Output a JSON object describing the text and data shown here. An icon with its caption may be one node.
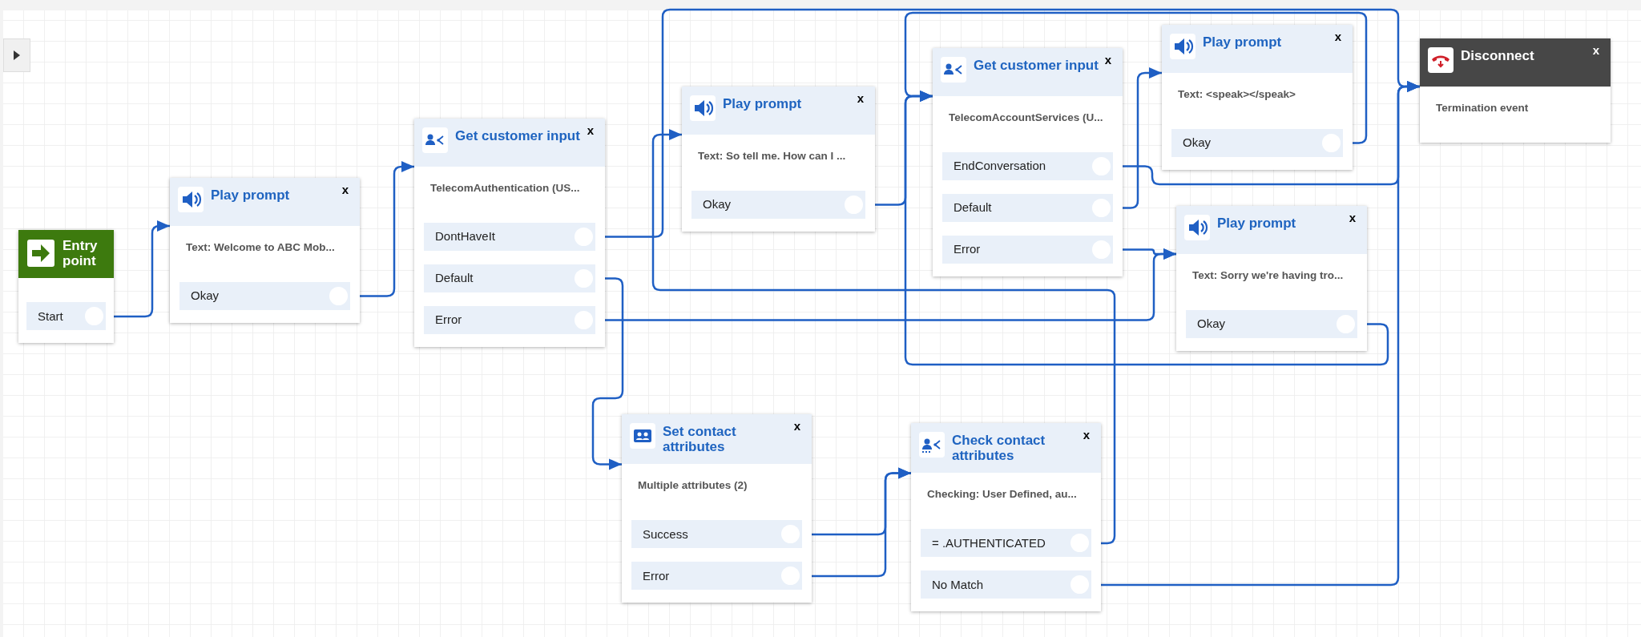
{
  "diagram": {
    "nodes": [
      {
        "text": [
          "Entry point"
        ]
      },
      {
        "text": [
          "Start"
        ],
        "in": 0
      },
      {
        "text": [
          "Play prompt",
          "Text: Welcome to ABC Mob..."
        ]
      },
      {
        "text": [
          "Okay"
        ],
        "in": 2
      },
      {
        "text": [
          "Get customer input",
          "TelecomAuthentication (US..."
        ]
      },
      {
        "text": [
          "DontHaveIt"
        ],
        "in": 4
      },
      {
        "text": [
          "Default"
        ],
        "in": 4
      },
      {
        "text": [
          "Error"
        ],
        "in": 4
      },
      {
        "text": [
          "Play prompt",
          "Text: So tell me. How can I ..."
        ]
      },
      {
        "text": [
          "Okay"
        ],
        "in": 8
      },
      {
        "text": [
          "Get customer input",
          "TelecomAccountServices (U..."
        ]
      },
      {
        "text": [
          "EndConversation"
        ],
        "in": 10
      },
      {
        "text": [
          "Default"
        ],
        "in": 10
      },
      {
        "text": [
          "Error"
        ],
        "in": 10
      },
      {
        "text": [
          "Play prompt",
          "Text: <speak></speak>"
        ]
      },
      {
        "text": [
          "Okay"
        ],
        "in": 14
      },
      {
        "text": [
          "Disconnect",
          "Termination event"
        ]
      },
      {
        "text": [
          "Play prompt",
          "Text: Sorry we're having tro..."
        ]
      },
      {
        "text": [
          "Okay"
        ],
        "in": 17
      },
      {
        "text": [
          "Set contact attributes",
          "Multiple attributes (2)"
        ]
      },
      {
        "text": [
          "Success"
        ],
        "in": 19
      },
      {
        "text": [
          "Error"
        ],
        "in": 19
      },
      {
        "text": [
          "Check contact attributes",
          "Checking: User Defined, au..."
        ]
      },
      {
        "text": [
          "= .AUTHENTICATED"
        ],
        "in": 22
      },
      {
        "text": [
          "No Match"
        ],
        "in": 22
      }
    ],
    "edges": [
      {
        "from": 1,
        "to": 2,
        "arrow": "to"
      },
      {
        "from": 3,
        "to": 4,
        "arrow": "to"
      },
      {
        "from": 5,
        "to": 16,
        "arrow": "to"
      },
      {
        "from": 6,
        "to": 19,
        "arrow": "to"
      },
      {
        "from": 7,
        "to": 17,
        "arrow": "to"
      },
      {
        "from": 9,
        "to": 10,
        "arrow": "to"
      },
      {
        "from": 11,
        "to": 16,
        "arrow": "to"
      },
      {
        "from": 12,
        "to": 14,
        "arrow": "to"
      },
      {
        "from": 13,
        "to": 17,
        "arrow": "to"
      },
      {
        "from": 15,
        "to": 10,
        "arrow": "to"
      },
      {
        "from": 18,
        "to": 10,
        "arrow": "to"
      },
      {
        "from": 20,
        "to": 22,
        "arrow": "to"
      },
      {
        "from": 21,
        "to": 22,
        "arrow": "to"
      },
      {
        "from": 23,
        "to": 8,
        "arrow": "to"
      },
      {
        "from": 24,
        "to": 16,
        "arrow": "to"
      }
    ],
    "labels": [
      "x",
      "x",
      "x",
      "x",
      "x",
      "x",
      "x",
      "x",
      "x"
    ]
  }
}
